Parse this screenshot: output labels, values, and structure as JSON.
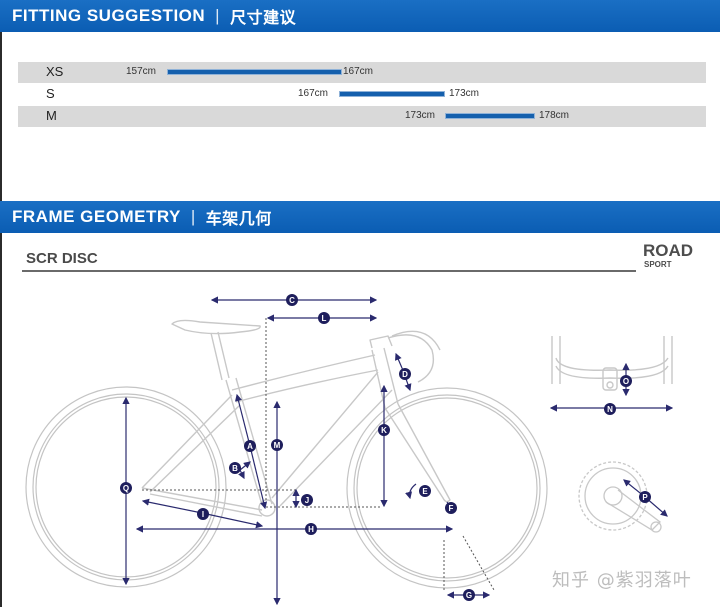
{
  "fitting": {
    "title_en": "FITTING SUGGESTION",
    "separator": "|",
    "title_cn": "尺寸建议",
    "rows": [
      {
        "size": "XS",
        "from": "157cm",
        "to": "167cm"
      },
      {
        "size": "S",
        "from": "167cm",
        "to": "173cm"
      },
      {
        "size": "M",
        "from": "173cm",
        "to": "178cm"
      }
    ]
  },
  "geometry": {
    "title_en": "FRAME GEOMETRY",
    "separator": "|",
    "title_cn": "车架几何",
    "model": "SCR DISC",
    "category": "ROAD",
    "subcategory": "SPORT",
    "labels": [
      "A",
      "B",
      "C",
      "D",
      "E",
      "F",
      "G",
      "H",
      "I",
      "J",
      "K",
      "L",
      "M",
      "N",
      "O",
      "P",
      "Q"
    ]
  },
  "watermark": "知乎 @紫羽落叶",
  "colors": {
    "banner": "#0b5db3",
    "bar": "#1560ad",
    "dimension": "#2a2a6e",
    "frame_outline": "#c4c4c4",
    "row_shade": "#d9d9d9"
  }
}
